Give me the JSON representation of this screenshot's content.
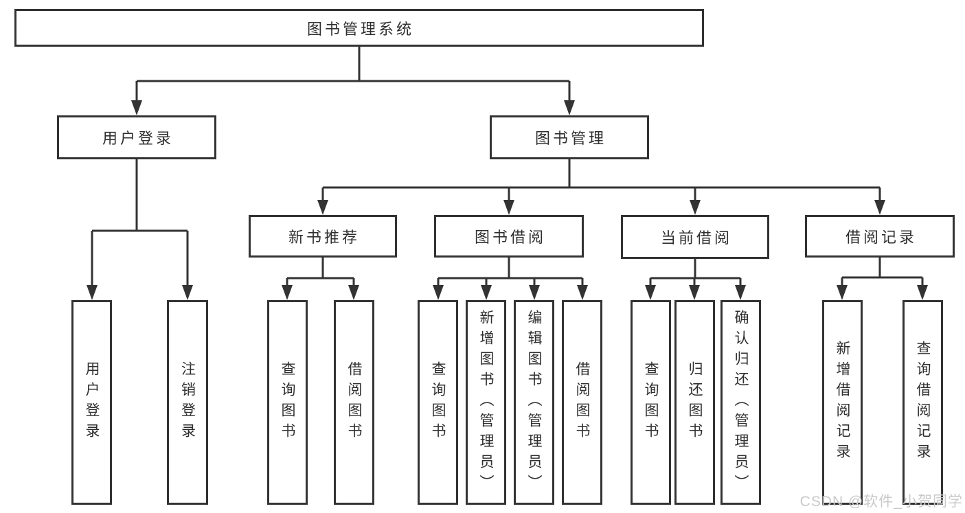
{
  "diagram": {
    "root": {
      "label": "图书管理系统"
    },
    "branches": [
      {
        "label": "用户登录",
        "children": [
          {
            "label": "用户登录"
          },
          {
            "label": "注销登录"
          }
        ]
      },
      {
        "label": "图书管理",
        "children": [
          {
            "label": "新书推荐",
            "children": [
              {
                "label": "查询图书"
              },
              {
                "label": "借阅图书"
              }
            ]
          },
          {
            "label": "图书借阅",
            "children": [
              {
                "label": "查询图书"
              },
              {
                "label": "新增图书（管理员）"
              },
              {
                "label": "编辑图书（管理员）"
              },
              {
                "label": "借阅图书"
              }
            ]
          },
          {
            "label": "当前借阅",
            "children": [
              {
                "label": "查询图书"
              },
              {
                "label": "归还图书"
              },
              {
                "label": "确认归还（管理员）"
              }
            ]
          },
          {
            "label": "借阅记录",
            "children": [
              {
                "label": "新增借阅记录"
              },
              {
                "label": "查询借阅记录"
              }
            ]
          }
        ]
      }
    ]
  },
  "watermark": {
    "text": "CSDN @软件_小贺同学"
  },
  "colors": {
    "line": "#333333",
    "text": "#2f2f2f",
    "background": "#ffffff",
    "watermark": "#c9c9c9"
  }
}
